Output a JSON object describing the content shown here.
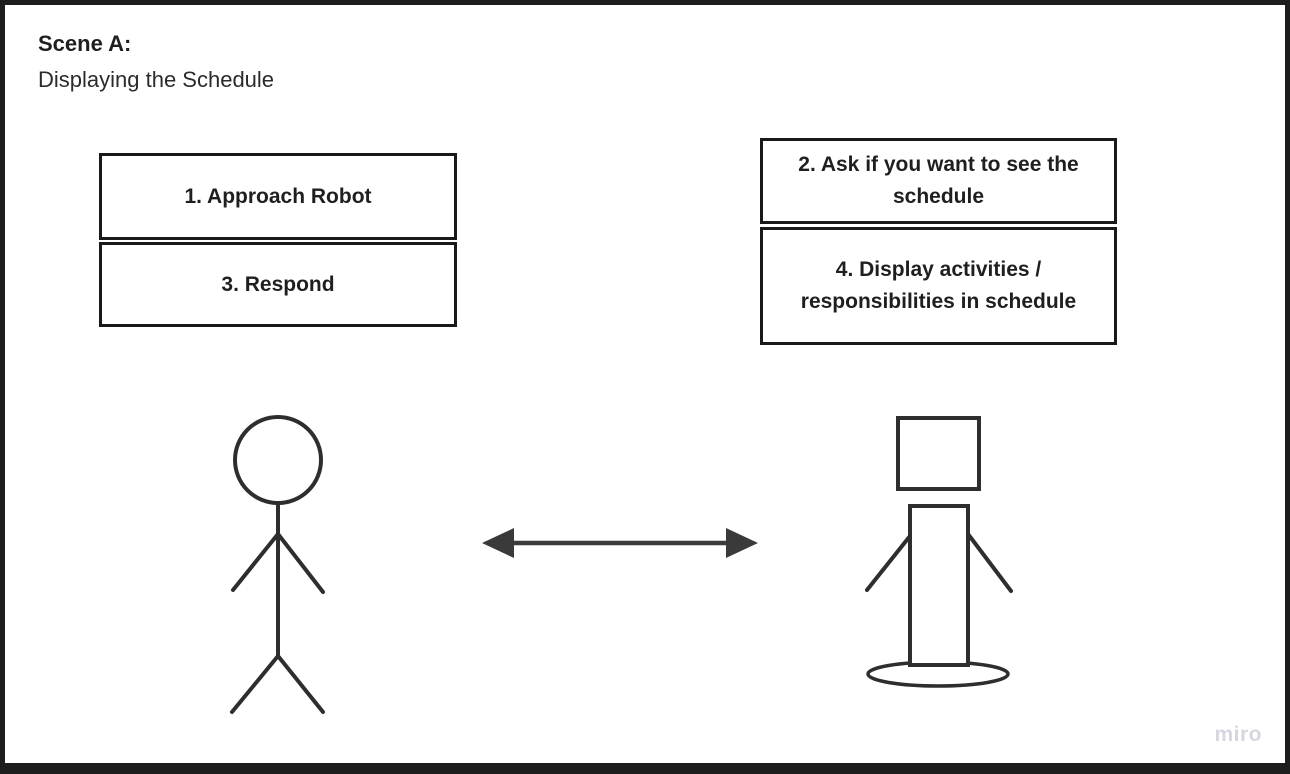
{
  "header": {
    "title": "Scene A:",
    "subtitle": "Displaying the Schedule"
  },
  "human_table": {
    "steps": [
      "1. Approach Robot",
      "3. Respond"
    ]
  },
  "robot_table": {
    "steps": [
      "2. Ask if you want to see the schedule",
      "4. Display activities / responsibilities in schedule"
    ]
  },
  "figures": {
    "person": "stick-person-figure",
    "robot": "robot-figure",
    "arrow": "double-headed-arrow"
  },
  "watermark": "miro",
  "colors": {
    "frame_border": "#1d1d1d",
    "box_border": "#191919",
    "text": "#1f1f1f",
    "figure_stroke": "#2e2e2e",
    "arrow_stroke": "#3a3a3a",
    "watermark": "#d6d6e2",
    "background": "#ffffff"
  }
}
